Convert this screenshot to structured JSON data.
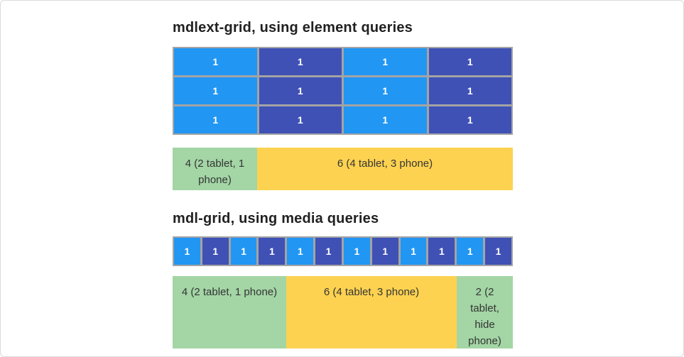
{
  "colors": {
    "cell_light": "#2196F3",
    "cell_dark": "#3F51B5",
    "grid_line": "#A4A4A4",
    "span_green": "#A3D5A5",
    "span_yellow": "#FDD250",
    "title_text": "#212121",
    "span_text": "#353535",
    "page_border": "#DBDBDB"
  },
  "section1": {
    "title": "mdlext-grid, using element queries",
    "unit_cells": [
      "1",
      "1",
      "1",
      "1",
      "1",
      "1",
      "1",
      "1",
      "1",
      "1",
      "1",
      "1"
    ],
    "spans": [
      {
        "label": "4 (2 tablet, 1 phone)"
      },
      {
        "label": "6 (4 tablet, 3 phone)"
      }
    ]
  },
  "section2": {
    "title": "mdl-grid, using media queries",
    "unit_cells": [
      "1",
      "1",
      "1",
      "1",
      "1",
      "1",
      "1",
      "1",
      "1",
      "1",
      "1",
      "1"
    ],
    "spans": [
      {
        "label": "4 (2 tablet, 1 phone)"
      },
      {
        "label": "6 (4 tablet, 3 phone)"
      },
      {
        "label": "2 (2 tablet, hide phone)"
      }
    ]
  }
}
